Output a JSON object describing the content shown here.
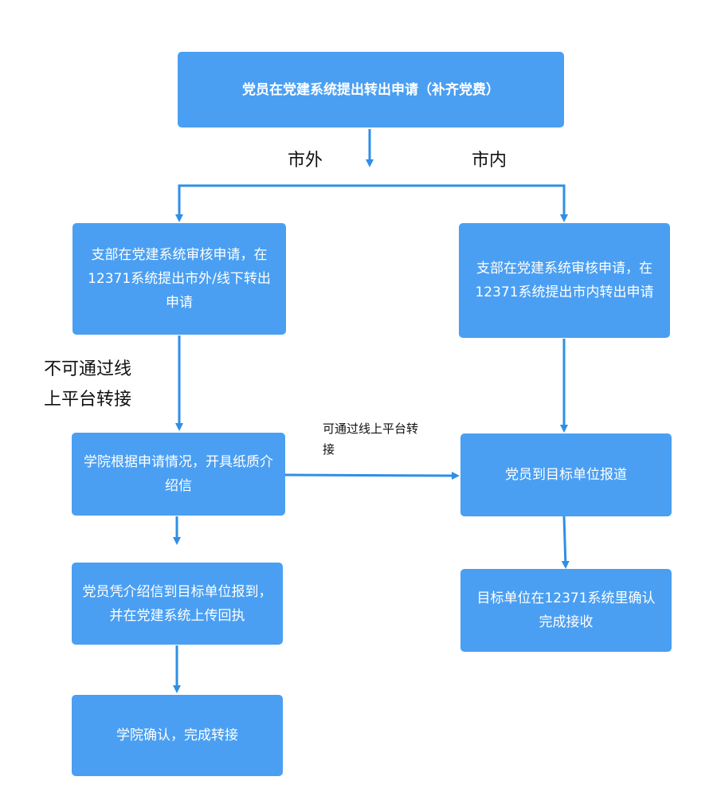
{
  "nodes": {
    "start": "党员在党建系统提出转出申请（补齐党费）",
    "left_branch_review": "支部在党建系统审核申请，在12371系统提出市外/线下转出申请",
    "right_branch_review": "支部在党建系统审核申请，在12371系统提出市内转出申请",
    "college_letter": "学院根据申请情况，开具纸质介绍信",
    "member_report": "党员到目标单位报道",
    "member_with_letter": "党员凭介绍信到目标单位报到，并在党建系统上传回执",
    "target_confirm": "目标单位在12371系统里确认完成接收",
    "college_confirm": "学院确认，完成转接"
  },
  "edge_labels": {
    "out_of_city": "市外",
    "in_city": "市内",
    "not_online": "不可通过线上平台转接",
    "online": "可通过线上平台转接"
  },
  "colors": {
    "box": "#4a9ff2",
    "arrow": "#2f8fe6",
    "box_text": "#ffffff",
    "label_text": "#111111"
  }
}
